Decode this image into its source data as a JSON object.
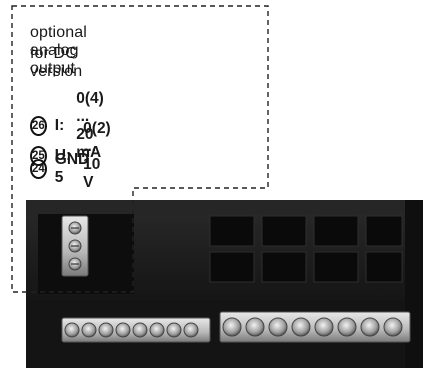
{
  "callout": {
    "line1": "optional analog output",
    "line2": "for DC version",
    "pins": [
      {
        "number": "26",
        "label": "I:",
        "value": "0(4) ... 20 mA"
      },
      {
        "number": "25",
        "label": "U:",
        "value": "0(2) ... 10 V"
      },
      {
        "number": "24",
        "label": "GND 5",
        "value": ""
      }
    ]
  },
  "colors": {
    "housing": "#1c1c1c",
    "housing_edge": "#0c0c0c",
    "terminal_light": "#d2d2d2",
    "terminal_dark": "#8a8a8a",
    "dashed_line": "#222222"
  }
}
